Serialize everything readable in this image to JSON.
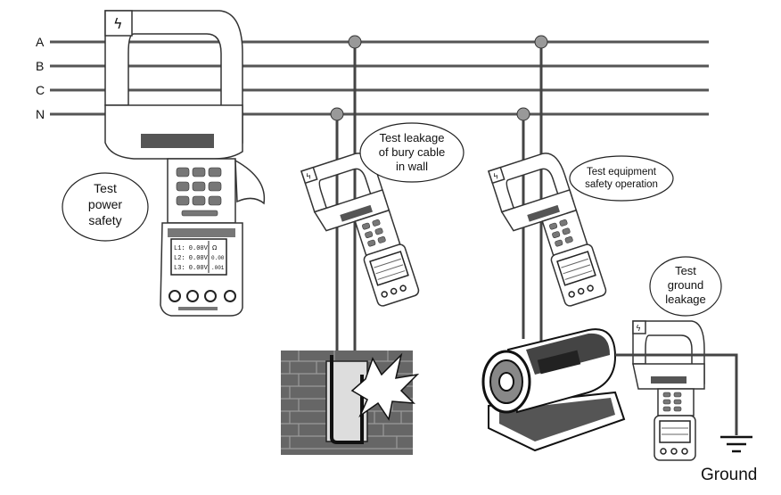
{
  "lines": {
    "a": "A",
    "b": "B",
    "c": "C",
    "n": "N"
  },
  "callouts": {
    "power_safety": [
      "Test",
      "power",
      "safety"
    ],
    "bury_cable": [
      "Test leakage",
      "of bury cable",
      "in wall"
    ],
    "equipment": [
      "Test equipment",
      "safety operation"
    ],
    "ground_leakage": [
      "Test",
      "ground",
      "leakage"
    ]
  },
  "meter_screen": {
    "row1": "L1: 0.00V",
    "row2": "L2: 0.00V",
    "row3": "L3: 0.00V",
    "side1": "Ω",
    "side2": "0.00",
    "side3": ".001"
  },
  "ground_label": "Ground",
  "colors": {
    "wire": "#555555",
    "meter_dark": "#555555",
    "brick": "#666666"
  }
}
